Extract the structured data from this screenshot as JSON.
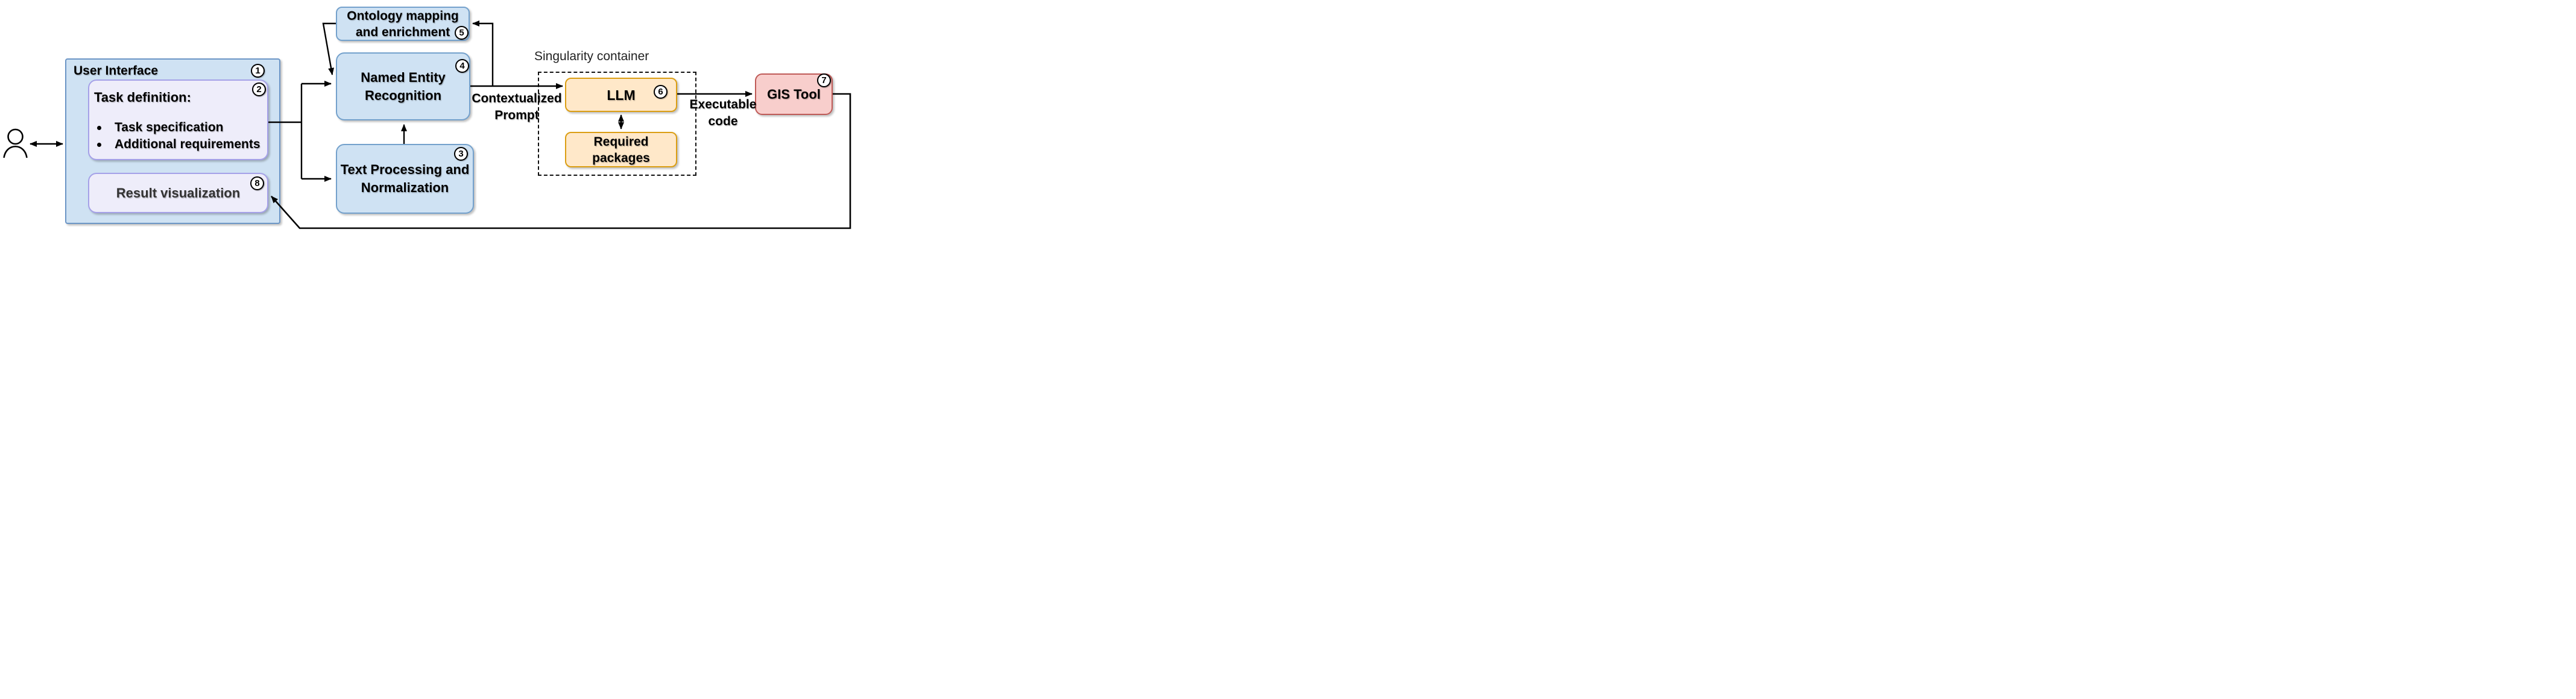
{
  "colors": {
    "blue_fill": "#CFE2F3",
    "blue_stroke": "#74A1CC",
    "ui_stroke": "#6C96C6",
    "lavender_fill": "#EEEDFA",
    "lavender_stroke": "#A5A1E8",
    "orange_fill": "#FFE8C9",
    "orange_stroke": "#DB9E13",
    "red_fill": "#F8CECC",
    "red_stroke": "#BF5A57",
    "line_color": "#000000"
  },
  "user_interface": {
    "title": "User Interface",
    "badge": "1",
    "task_definition": {
      "title": "Task definition:",
      "badge": "2",
      "bullets": [
        "Task specification",
        "Additional requirements"
      ]
    },
    "result_visualization": {
      "label": "Result visualization",
      "badge": "8"
    }
  },
  "pipeline": {
    "ontology": {
      "label_line1": "Ontology mapping",
      "label_line2": "and enrichment",
      "badge": "5"
    },
    "ner": {
      "label_line1": "Named Entity",
      "label_line2": "Recognition",
      "badge": "4"
    },
    "text_processing": {
      "label_line1": "Text Processing and",
      "label_line2": "Normalization",
      "badge": "3"
    }
  },
  "singularity_container": {
    "label": "Singularity container",
    "llm": {
      "label": "LLM",
      "badge": "6"
    },
    "required_packages": {
      "label_line1": "Required",
      "label_line2": "packages"
    }
  },
  "gis_tool": {
    "label": "GIS Tool",
    "badge": "7"
  },
  "edge_labels": {
    "contextualized_prompt_line1": "Contextualized",
    "contextualized_prompt_line2": "Prompt",
    "executable_code_line1": "Executable",
    "executable_code_line2": "code"
  }
}
